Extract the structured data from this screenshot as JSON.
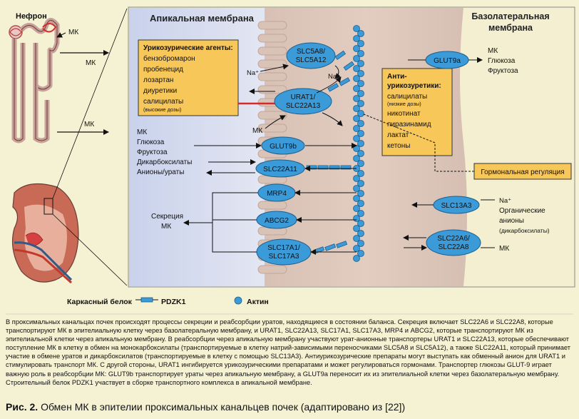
{
  "labels": {
    "nephron": "Нефрон",
    "apical_membrane": "Апикальная мембрана",
    "basolateral_membrane_1": "Базолатеральная",
    "basolateral_membrane_2": "мембрана",
    "mk": "МК",
    "na_plus": "Na⁺",
    "hormonal_regulation": "Гормональная регуляция",
    "secretion_1": "Секреция",
    "secretion_2": "МК",
    "scaffold_protein": "Каркасный белок",
    "pdzk1": "PDZK1",
    "actin": "Актин"
  },
  "uricosuric_box": {
    "title": "Урикозурические агенты:",
    "items": [
      "бензобромарон",
      "пробенецид",
      "лозартан",
      "диуретики",
      "салицилаты"
    ],
    "note": "(высокие дозы)"
  },
  "antiuricosuric_box": {
    "title_1": "Анти-",
    "title_2": "урикозуретики:",
    "items": [
      "салицилаты",
      "никотинат",
      "пиразинамид",
      "лактат",
      "кетоны"
    ],
    "note": "(низкие дозы)"
  },
  "transporters": {
    "slc5a8": [
      "SLC5A8/",
      "SLC5A12"
    ],
    "urat1": [
      "URAT1/",
      "SLC22A13"
    ],
    "glut9b": "GLUT9b",
    "slc22a11": "SLC22A11",
    "mrp4": "MRP4",
    "abcg2": "ABCG2",
    "slc17a1": [
      "SLC17A1/",
      "SLC17A3"
    ],
    "glut9a": "GLUT9a",
    "slc13a3": "SLC13A3",
    "slc22a6": [
      "SLC22A6/",
      "SLC22A8"
    ]
  },
  "left_substrates": [
    "МК",
    "Глюкоза",
    "Фруктоза",
    "Дикарбоксилаты",
    "Анионы/ураты"
  ],
  "glut9a_products": [
    "МК",
    "Глюкоза",
    "Фруктоза"
  ],
  "slc13a3_substrates": [
    "Na⁺",
    "Органические",
    "анионы",
    "(дикарбоксилаты)"
  ],
  "caption": "В проксимальных канальцах почек происходят процессы секреции и реабсорбции уратов, находящиеся в состоянии баланса. Секреция включает SLC22A6 и SLC22A8, которые транспортируют МК в эпителиальную клетку через базолатеральную мембрану, и URAT1, SLC22A13, SLC17A1, SLC17A3, MRP4 и ABCG2, которые транспортируют МК из эпителиальной клетки через апикальную мембрану. В реабсорбции через апикальную мембрану участвуют урат-анионные транспортеры URAT1 и SLC22A13, которые обеспечивают поступление МК в клетку в обмен на монокарбоксилаты (транспортируемые в клетку натрий-зависимыми переносчиками SLC5A8 и SLC5A12), а также SLC22A11, который принимает участие в обмене уратов и дикарбоксилатов (транспортируемые в клетку с помощью SLC13A3). Антиурикозурические препараты могут выступать как обменный анион для URAT1 и стимулировать транспорт МК. С другой стороны, URAT1 ингибируется урикозурическими препаратами и может регулироваться гормонами. Транспортер глюкозы GLUT-9 играет важную роль в реабсорбции МК: GLUT9b транспортирует ураты через апикальную мембрану, а GLUT9a переносит их из эпителиальной клетки через базолатеральную мембрану. Строительный белок PDZK1 участвует в сборке транспортного комплекса в апикальной мембране.",
  "figure_title_prefix": "Рис. 2.",
  "figure_title_text": " Обмен МК в эпителии проксимальных канальцев почек (адаптировано из [22])",
  "colors": {
    "background": "#f5f2d4",
    "lumen": "#d8dff0",
    "cell": "#dcc5b8",
    "transporter": "#3b9ad8",
    "agent_box": "#f7c75a",
    "inhibit": "#d62a2a"
  }
}
